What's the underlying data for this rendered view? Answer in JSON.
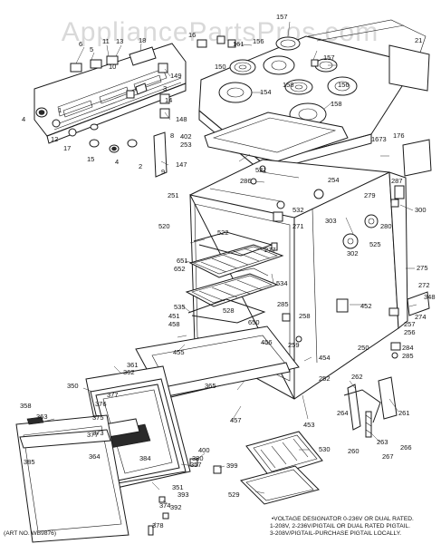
{
  "watermark": "AppliancePartsPros.com",
  "art_number": "(ART NO. WB9876)",
  "voltage_note": [
    "•VOLTAGE DESIGNATOR 0-236V OR DUAL RATED.",
    "1-208V, 2-236V/PIGTAIL OR DUAL RATED PIGTAIL.",
    "3-208V/PIGTAIL-PURCHASE PIGTAIL LOCALLY."
  ],
  "callouts": [
    "157",
    "21",
    "16",
    "161",
    "156",
    "6",
    "5",
    "11",
    "13",
    "18",
    "149",
    "150",
    "157",
    "158",
    "156",
    "154",
    "158",
    "3",
    "10",
    "14",
    "4",
    "1",
    "12",
    "148",
    "17",
    "15",
    "4",
    "2",
    "402",
    "253",
    "8",
    "9",
    "147",
    "1673",
    "176",
    "521",
    "286",
    "254",
    "287",
    "279",
    "251",
    "532",
    "300",
    "271",
    "303",
    "280",
    "520",
    "522",
    "302",
    "525",
    "277",
    "651",
    "652",
    "534",
    "275",
    "272",
    "285",
    "348",
    "535",
    "528",
    "274",
    "650",
    "451",
    "258",
    "452",
    "257",
    "458",
    "256",
    "250",
    "456",
    "259",
    "284",
    "285",
    "361",
    "362",
    "455",
    "454",
    "365",
    "252",
    "262",
    "350",
    "377",
    "453",
    "264",
    "261",
    "376",
    "358",
    "363",
    "375",
    "373",
    "457",
    "263",
    "266",
    "260",
    "267",
    "377",
    "530",
    "384",
    "364",
    "380",
    "357",
    "400",
    "385",
    "399",
    "529",
    "351",
    "393",
    "392",
    "374",
    "378"
  ]
}
